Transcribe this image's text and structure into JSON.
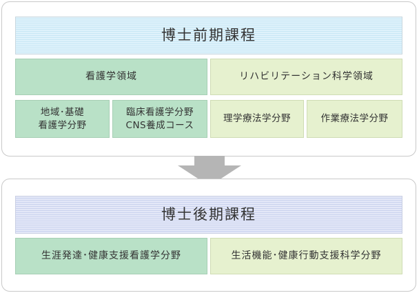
{
  "top": {
    "title": "博士前期課程",
    "fields": {
      "nursing": "看護学領域",
      "rehab": "リハビリテーション科学領域"
    },
    "subjects": {
      "regional_line1": "地域･基礎",
      "regional_line2": "看護学分野",
      "clinical_line1": "臨床看護学分野",
      "clinical_line2": "CNS養成コース",
      "physical": "理学療法学分野",
      "occupational": "作業療法学分野"
    }
  },
  "bottom": {
    "title": "博士後期課程",
    "subjects": {
      "nursing_life": "生涯発達･健康支援看護学分野",
      "rehab_life": "生活機能･健康行動支援科学分野"
    }
  },
  "colors": {
    "green": "#b9e1c7",
    "yellow": "#e6f1cf",
    "arrow": "#b5b5b5"
  }
}
